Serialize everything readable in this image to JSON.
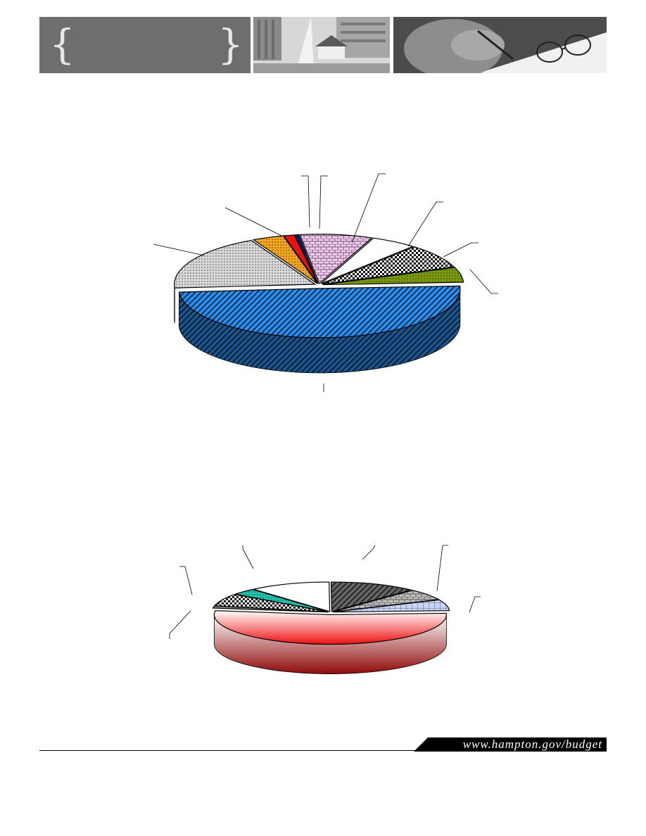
{
  "header": {
    "brace_left": "{",
    "brace_right": "}",
    "photo_marina_icon": "marina-photo",
    "photo_signing_icon": "document-signing-photo",
    "colors": {
      "brace_panel": "#6e6e6e",
      "brace_glyph": "#e6e6e6"
    }
  },
  "chart_top": {
    "type": "pie",
    "style": "3d-exploded",
    "chart_data": {
      "type": "pie",
      "slices": [
        {
          "value": 49.6,
          "fill": "diagonal-stripes",
          "color": "#2f8ff0"
        },
        {
          "value": 18.7,
          "fill": "dotted",
          "color": "#d8d8d8"
        },
        {
          "value": 3.6,
          "fill": "dotted",
          "color": "#f5a623"
        },
        {
          "value": 1.2,
          "fill": "solid",
          "color": "#ee1111"
        },
        {
          "value": 0.5,
          "fill": "solid",
          "color": "#0a1a66"
        },
        {
          "value": 8.3,
          "fill": "brick",
          "color": "#f2c8f0"
        },
        {
          "value": 5.2,
          "fill": "solid",
          "color": "#ffffff"
        },
        {
          "value": 8.0,
          "fill": "checker",
          "color": "#111111"
        },
        {
          "value": 4.9,
          "fill": "dotted",
          "color": "#7a9a10"
        }
      ]
    }
  },
  "chart_bottom": {
    "type": "pie",
    "style": "3d-exploded",
    "chart_data": {
      "type": "pie",
      "slices": [
        {
          "value": 53.0,
          "fill": "gradient",
          "color": "#ee1111"
        },
        {
          "value": 1.2,
          "fill": "solid",
          "color": "#8a8a8a"
        },
        {
          "value": 6.7,
          "fill": "checker",
          "color": "#1a1a1a"
        },
        {
          "value": 3.5,
          "fill": "dotted",
          "color": "#1fc6b0"
        },
        {
          "value": 11.3,
          "fill": "solid",
          "color": "#ffffff"
        },
        {
          "value": 12.1,
          "fill": "diagonal-stripes",
          "color": "#666666"
        },
        {
          "value": 6.2,
          "fill": "brick",
          "color": "#bdbdbd"
        },
        {
          "value": 6.0,
          "fill": "grid",
          "color": "#c9d3f5"
        }
      ]
    }
  },
  "footer": {
    "url": "www.hampton.gov/budget",
    "colors": {
      "bar": "#000000",
      "text": "#ffffff"
    }
  }
}
